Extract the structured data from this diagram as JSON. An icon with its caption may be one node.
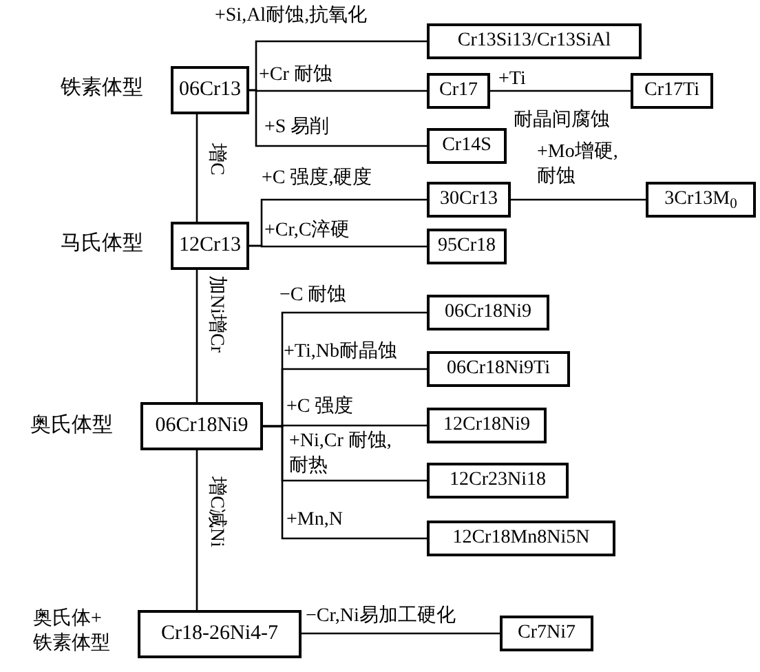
{
  "diagram": {
    "nodes": [
      {
        "text": [
          "06Cr13"
        ],
        "beside": [
          "铁素体型"
        ]
      },
      {
        "text": [
          "Cr13Si13/Cr13SiAl"
        ]
      },
      {
        "text": [
          "Cr17"
        ]
      },
      {
        "text": [
          "Cr17Ti"
        ]
      },
      {
        "text": [
          "Cr14S"
        ]
      },
      {
        "text": [
          "12Cr13"
        ],
        "beside": [
          "马氏体型"
        ]
      },
      {
        "text": [
          "30Cr13"
        ]
      },
      {
        "text": [
          "3Cr13M$_{0}$"
        ]
      },
      {
        "text": [
          "95Cr18"
        ]
      },
      {
        "text": [
          "06Cr18Ni9"
        ],
        "beside": [
          "奥氏体型"
        ]
      },
      {
        "text": [
          "06Cr18Ni9"
        ]
      },
      {
        "text": [
          "06Cr18Ni9Ti"
        ]
      },
      {
        "text": [
          "12Cr18Ni9"
        ]
      },
      {
        "text": [
          "12Cr23Ni18"
        ]
      },
      {
        "text": [
          "12Cr18Mn8Ni5N"
        ]
      },
      {
        "text": [
          "Cr18-26Ni4-7"
        ],
        "beside": [
          "奥氏体+铁素体型"
        ]
      },
      {
        "text": [
          "Cr7Ni7"
        ]
      }
    ],
    "edges": [
      {
        "from": 0,
        "to": 1,
        "arrow": "none",
        "label": "+Si,Al耐蚀,抗氧化"
      },
      {
        "from": 0,
        "to": 2,
        "arrow": "none",
        "label": "+Cr 耐蚀"
      },
      {
        "from": 2,
        "to": 3,
        "arrow": "none",
        "label": "+Ti"
      },
      {
        "from": 0,
        "to": 4,
        "arrow": "none",
        "label": "+S 易削"
      },
      {
        "from": 0,
        "to": 5,
        "arrow": "none",
        "label": "增C"
      },
      {
        "from": 5,
        "to": 6,
        "arrow": "none",
        "label": "+C 强度,硬度"
      },
      {
        "from": 6,
        "to": 7,
        "arrow": "none",
        "label": "+Mo增硬,耐蚀"
      },
      {
        "from": 5,
        "to": 8,
        "arrow": "none",
        "label": "+Cr,C淬硬"
      },
      {
        "from": 5,
        "to": 9,
        "arrow": "none",
        "label": "加Ni增Cr"
      },
      {
        "from": 9,
        "to": 10,
        "arrow": "none",
        "label": "−C 耐蚀"
      },
      {
        "from": 9,
        "to": 11,
        "arrow": "none",
        "label": "+Ti,Nb耐晶蚀"
      },
      {
        "from": 9,
        "to": 12,
        "arrow": "none",
        "label": "+C 强度"
      },
      {
        "from": 9,
        "to": 13,
        "arrow": "none",
        "label": "+Ni,Cr 耐蚀,耐热"
      },
      {
        "from": 9,
        "to": 14,
        "arrow": "none",
        "label": "+Mn,N"
      },
      {
        "from": 9,
        "to": 15,
        "arrow": "none",
        "label": "增C减Ni"
      },
      {
        "from": 15,
        "to": 16,
        "arrow": "none",
        "label": "−Cr,Ni易加工硬化"
      }
    ],
    "labels": [
      "耐晶间腐蚀"
    ]
  }
}
